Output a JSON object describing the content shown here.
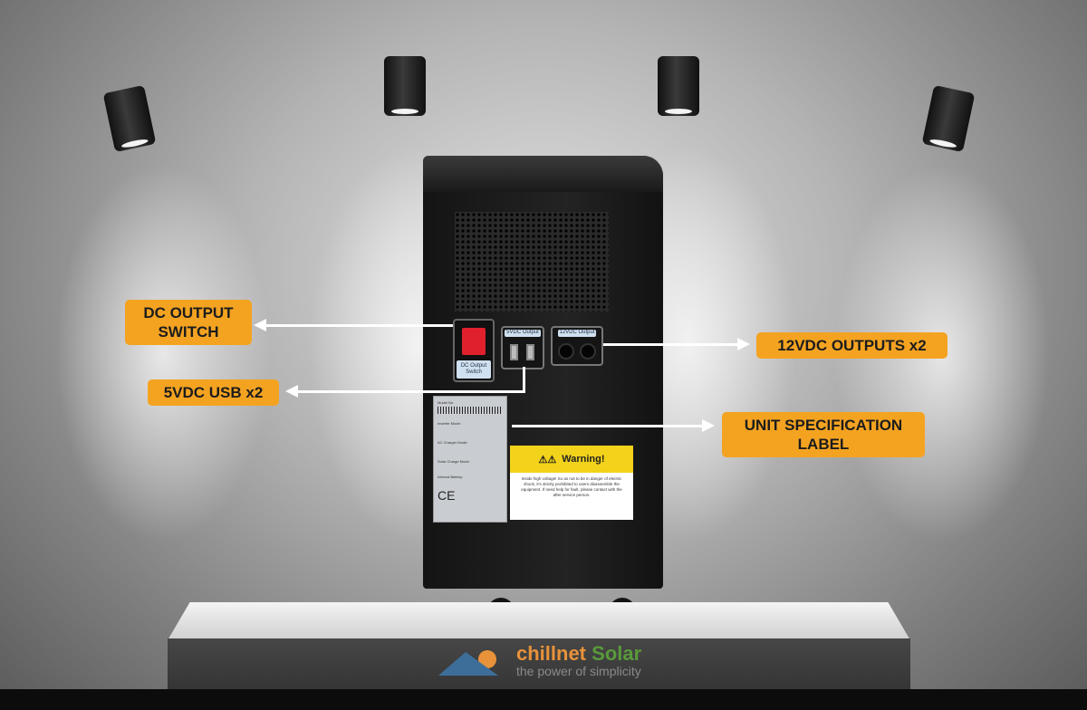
{
  "callouts": {
    "dc_switch_line1": "DC OUTPUT",
    "dc_switch_line2": "SWITCH",
    "usb": "5VDC USB x2",
    "dc12": "12VDC OUTPUTS x2",
    "spec_line1": "UNIT SPECIFICATION",
    "spec_line2": "LABEL"
  },
  "unit": {
    "switch_tag": "DC Output Switch",
    "usb_tag": "5VDC Output",
    "dc12_tag": "12VDC Output",
    "warning_title": "Warning!",
    "warning_text": "Inside high voltage! So as not to be in danger of electric shock, it's strictly prohibited to users disassemble the equipment. If need help for fault, please contact with the after service person.",
    "spec_lines": [
      "Model No.",
      "Inverter Mode:",
      "AC Charger Mode:",
      "Solar Charge Mode:",
      "Internal Battery:"
    ],
    "cert_marks": "CE"
  },
  "brand": {
    "name_part1": "chillnet",
    "name_part2": "Solar",
    "tagline": "the power of simplicity",
    "color1": "#e8923a",
    "color2": "#5a9a3a"
  },
  "colors": {
    "callout": "#f4a321"
  }
}
